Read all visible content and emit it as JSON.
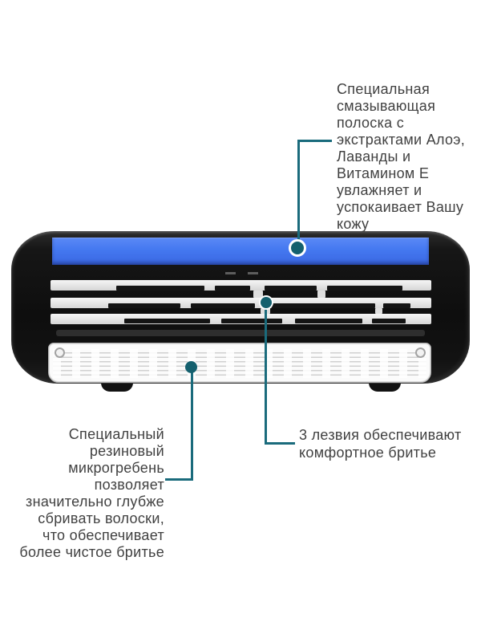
{
  "colors": {
    "callout": "#1a6b7c",
    "text": "#414141",
    "lubricating_strip_blue": "#4478f0"
  },
  "callouts": {
    "lubricating_strip": "Специальная\nсмазывающая\nполоска с\nэкстрактами Алоэ,\nЛаванды и\nВитамином E\nувлажняет и\nуспокаивает Вашу\nкожу",
    "blades": "3 лезвия обеспечивают\nкомфортное бритье",
    "microcomb": "Специальный\nрезиновый\nмикрогребень\nпозволяет\nзначительно глубже\nсбривать волоски,\nчто обеспечивает\nболее чистое бритье"
  }
}
